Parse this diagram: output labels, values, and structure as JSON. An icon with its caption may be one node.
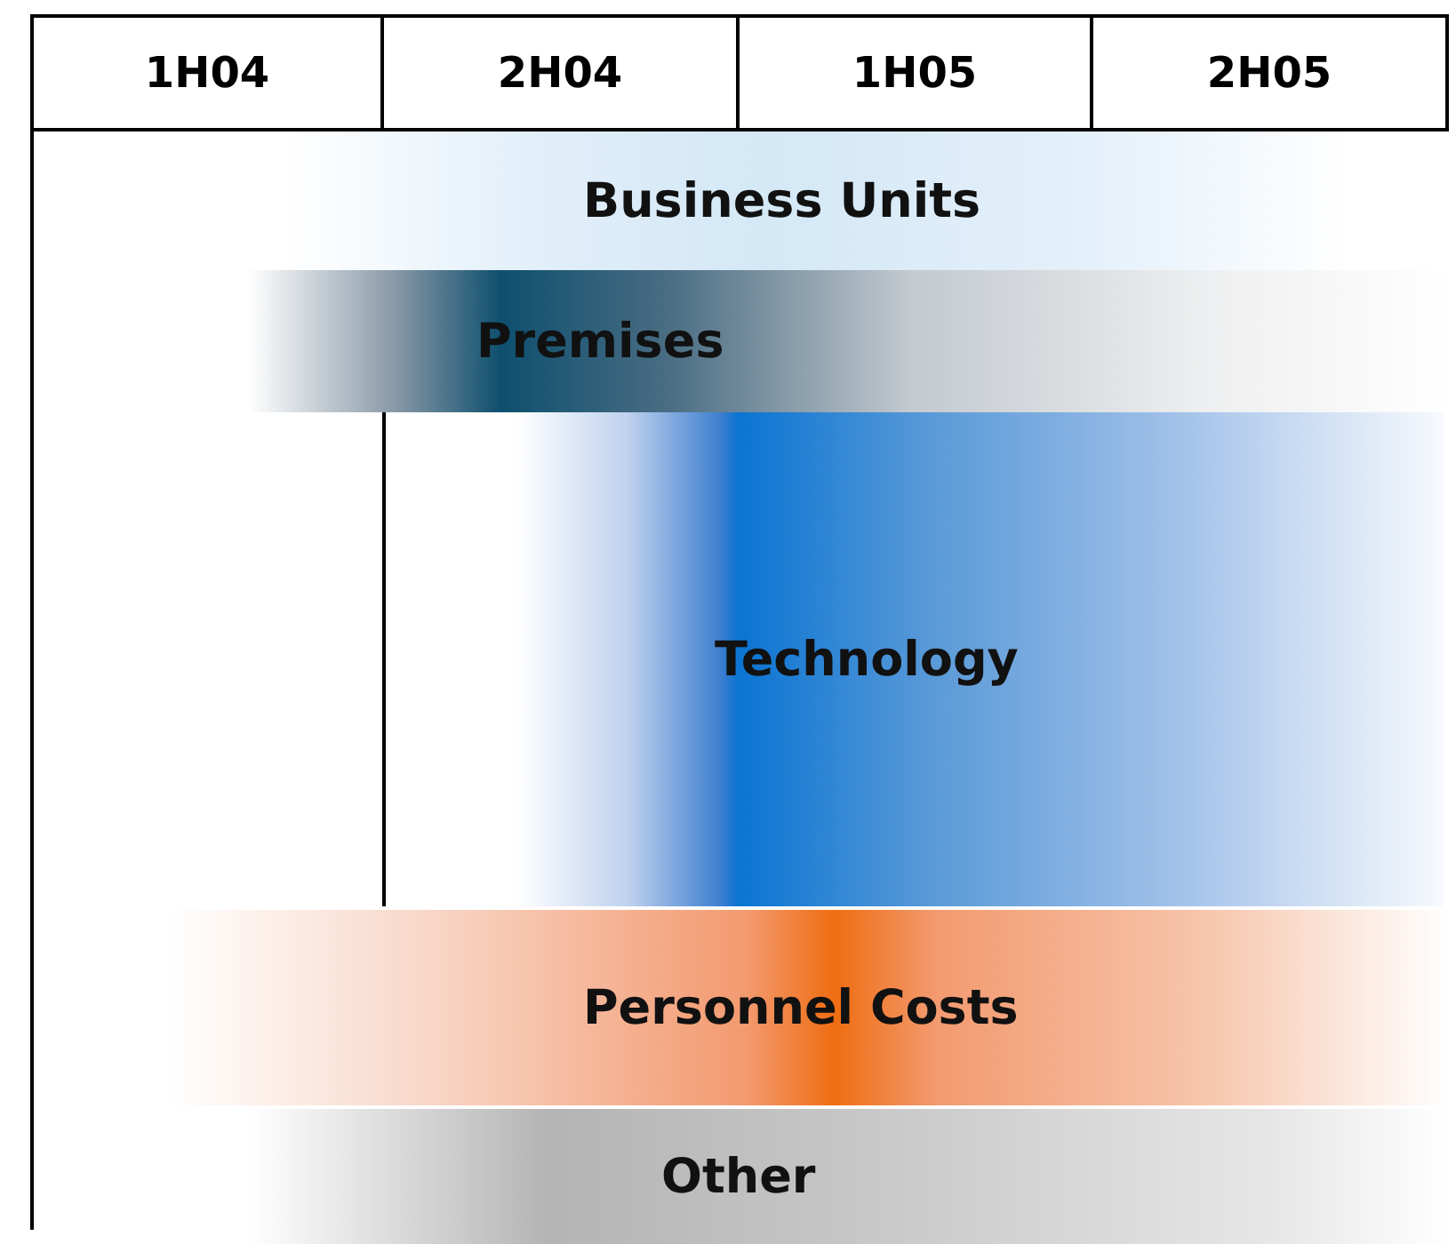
{
  "diagram": {
    "nodes": [
      {
        "text": [
          "Business Units"
        ]
      },
      {
        "text": [
          "Premises"
        ]
      },
      {
        "text": [
          "Technology"
        ]
      },
      {
        "text": [
          "Personnel Costs"
        ]
      },
      {
        "text": [
          "Other"
        ]
      }
    ],
    "labels": [
      "1H04",
      "2H04",
      "1H05",
      "2H05"
    ]
  }
}
